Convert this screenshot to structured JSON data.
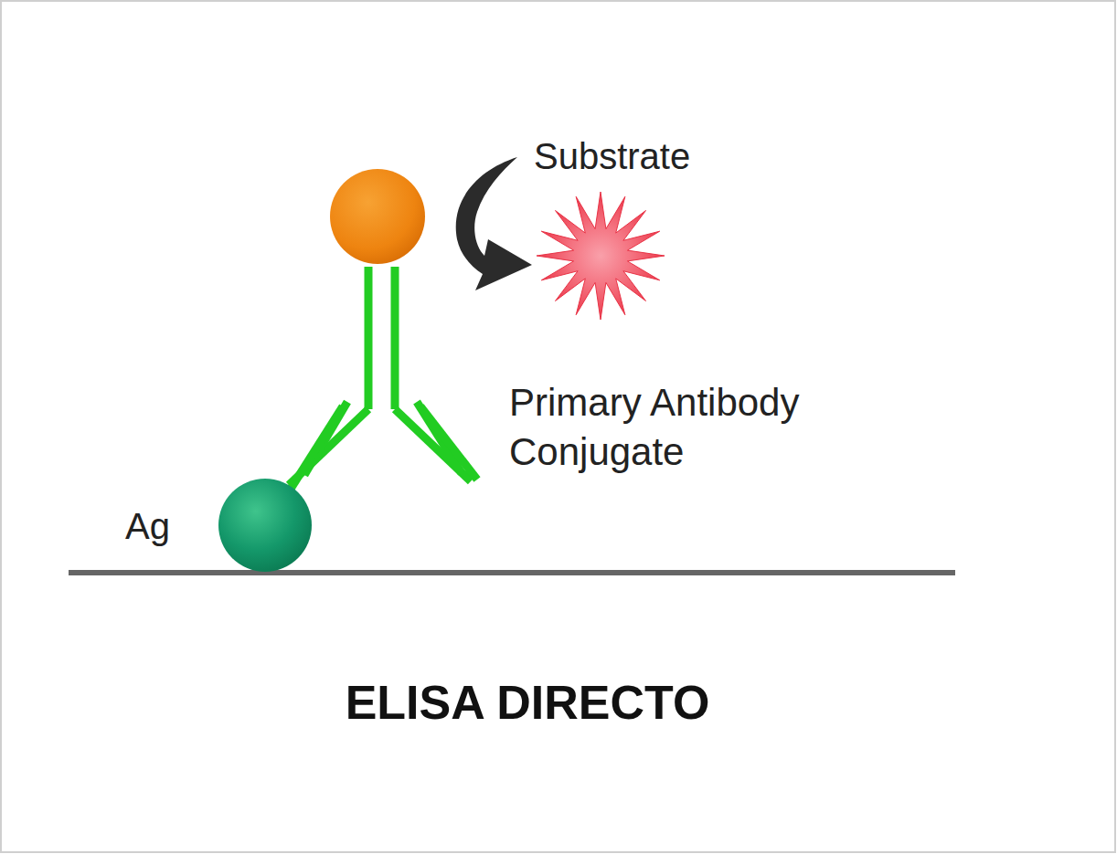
{
  "diagram": {
    "caption": "ELISA DIRECTO",
    "labels": [
      "Substrate",
      "Primary Antibody Conjugate",
      "Ag"
    ]
  }
}
